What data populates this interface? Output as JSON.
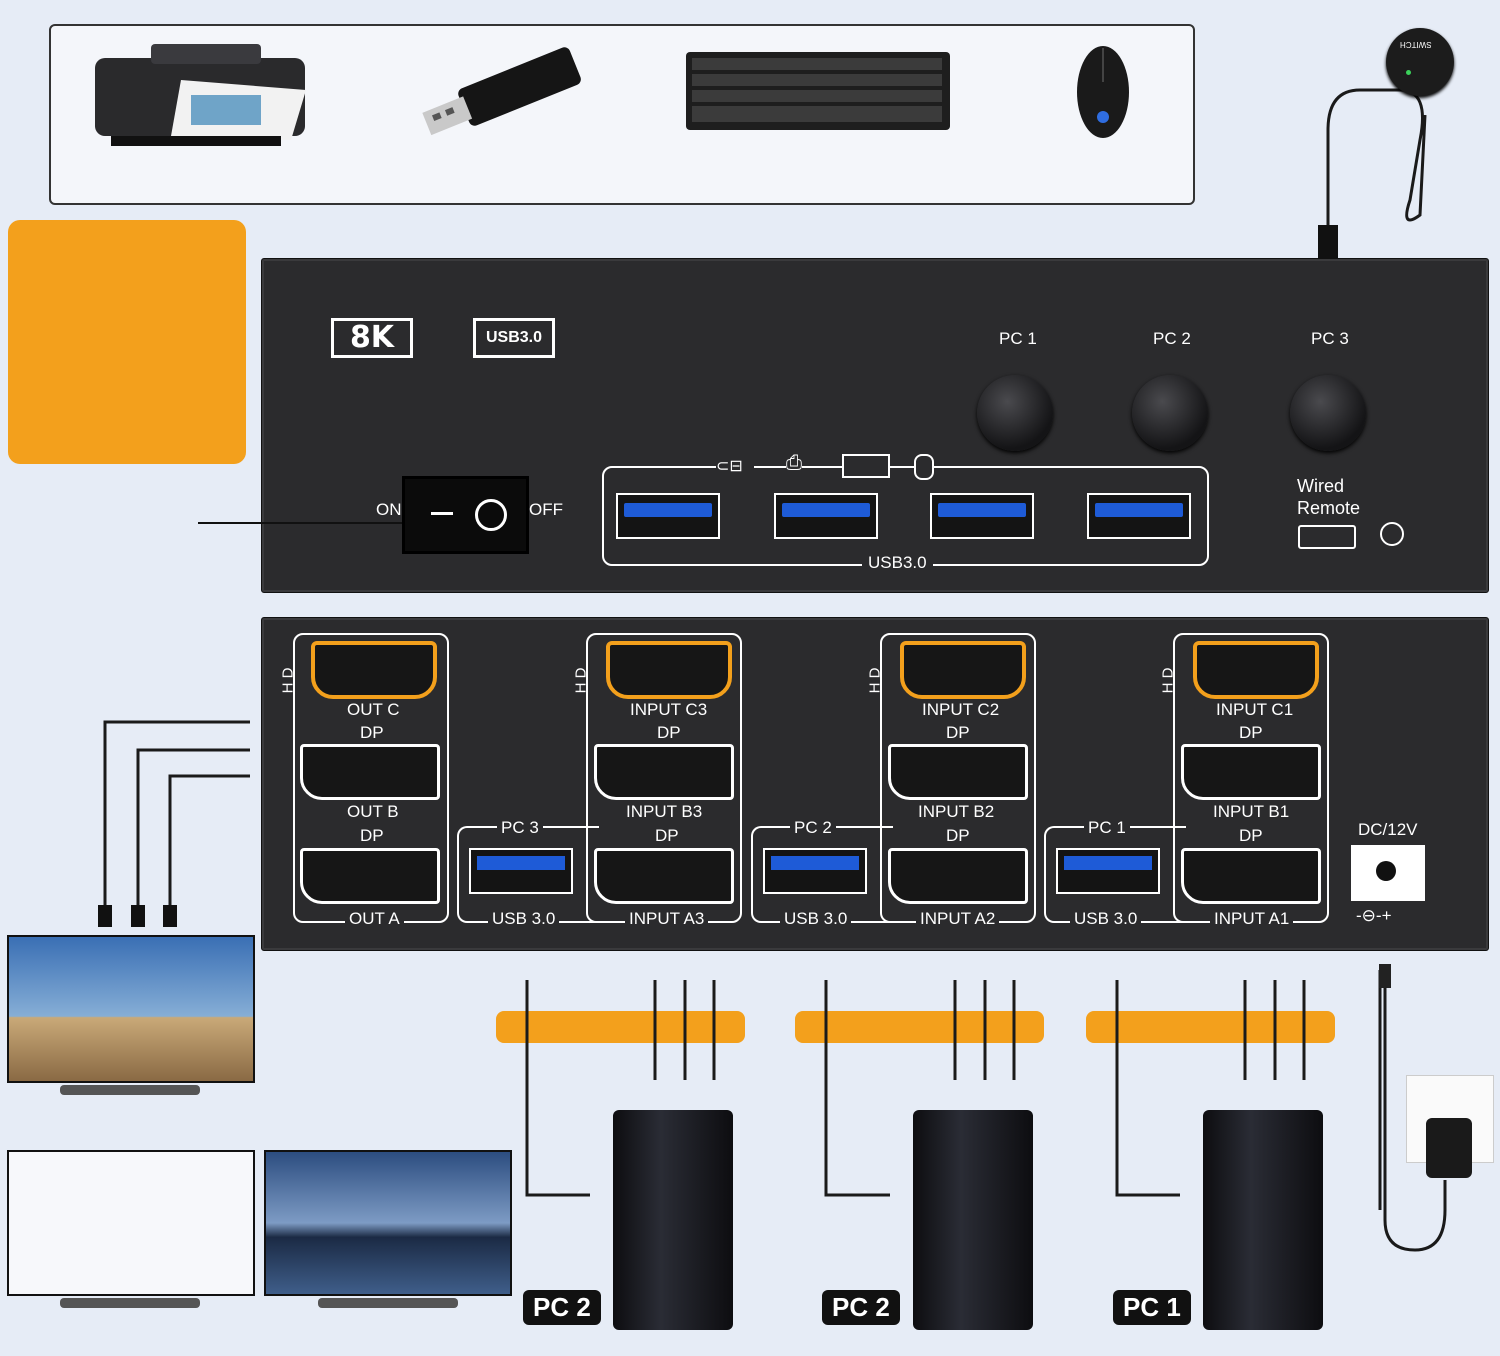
{
  "front_panel": {
    "logo_8k": "8K",
    "logo_usb": "USB3.0",
    "pc_buttons": [
      "PC 1",
      "PC 2",
      "PC 3"
    ],
    "switch_on": "ON",
    "switch_off": "OFF",
    "usb_group_label": "USB3.0",
    "wired_remote_line1": "Wired",
    "wired_remote_line2": "Remote"
  },
  "back_panel": {
    "hdmi_side_label": "H D",
    "outputs": {
      "out_c": "OUT C",
      "dp_c": "DP",
      "out_b": "OUT B",
      "dp_b": "DP",
      "out_a": "OUT A"
    },
    "groups": [
      {
        "pc": "PC 3",
        "c": "INPUT C3",
        "dp1": "DP",
        "b": "INPUT B3",
        "dp2": "DP",
        "usb": "USB 3.0",
        "a": "INPUT A3"
      },
      {
        "pc": "PC 2",
        "c": "INPUT C2",
        "dp1": "DP",
        "b": "INPUT B2",
        "dp2": "DP",
        "usb": "USB 3.0",
        "a": "INPUT A2"
      },
      {
        "pc": "PC 1",
        "c": "INPUT C1",
        "dp1": "DP",
        "b": "INPUT B1",
        "dp2": "DP",
        "usb": "USB 3.0",
        "a": "INPUT A1"
      }
    ],
    "dc_label": "DC/12V",
    "dc_polarity": "-⊖-+"
  },
  "computers": [
    "PC 2",
    "PC 2",
    "PC 1"
  ],
  "remote_label": "SWITCH",
  "colors": {
    "accent": "#f3a01c",
    "panel": "#2b2b2d",
    "usb_blue": "#1e5bd7"
  }
}
